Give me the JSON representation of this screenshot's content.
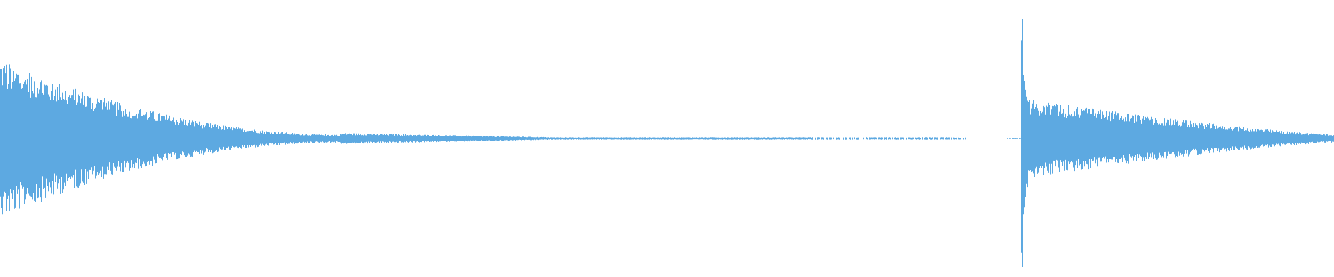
{
  "waveform": {
    "color": "#5DA9E1",
    "background": "#FFFFFF",
    "description_segments": [
      {
        "kind": "decaying-tone",
        "start_amplitude": 0.22,
        "end_amplitude": 0.01
      },
      {
        "kind": "near-silence",
        "amplitude": 0.005
      },
      {
        "kind": "gap"
      },
      {
        "kind": "sparse-dots"
      },
      {
        "kind": "attack-transient",
        "peak_amplitude": 0.4
      },
      {
        "kind": "decaying-tone",
        "start_amplitude": 0.18,
        "end_amplitude": 0.02
      }
    ]
  }
}
